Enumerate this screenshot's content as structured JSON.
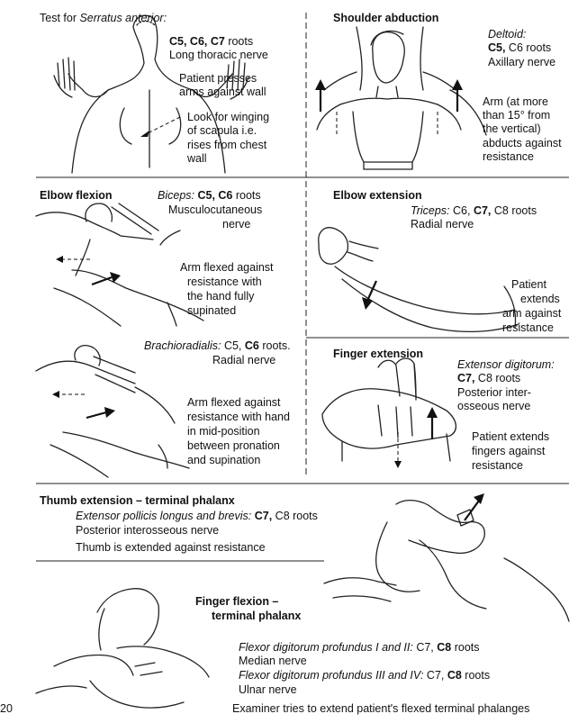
{
  "serratus": {
    "heading_prefix": "Test for ",
    "heading_muscle": "Serratus anterior:",
    "roots_bold": "C5, C6, C7",
    "roots_suffix": " roots",
    "nerve": "Long thoracic nerve",
    "instruction_lines": [
      "Patient presses",
      "arms against wall"
    ],
    "look_lines": [
      "Look for winging",
      "of scapula i.e.",
      "rises from chest",
      "wall"
    ]
  },
  "shoulder": {
    "heading": "Shoulder abduction",
    "muscle": "Deltoid:",
    "roots_bold": "C5,",
    "roots_rest": " C6 roots",
    "nerve": "Axillary nerve",
    "instruction_lines": [
      "Arm (at more",
      "than 15° from",
      "the vertical)",
      "abducts against",
      "resistance"
    ]
  },
  "elbow_flexion": {
    "heading": "Elbow flexion",
    "muscle": "Biceps:",
    "roots_bold": " C5, C6",
    "roots_suffix": " roots",
    "nerve_lines": [
      "Musculocutaneous",
      "nerve"
    ],
    "instruction_lines": [
      "Arm flexed against",
      "resistance with",
      "the hand fully",
      "supinated"
    ]
  },
  "elbow_extension": {
    "heading": "Elbow extension",
    "muscle": "Triceps:",
    "roots_pre": " C6, ",
    "roots_bold": "C7,",
    "roots_post": " C8 roots",
    "nerve": "Radial nerve",
    "instruction_lines": [
      "Patient",
      "extends",
      "arm against",
      "resistance"
    ]
  },
  "brachioradialis": {
    "muscle": "Brachioradialis:",
    "roots_pre": " C5, ",
    "roots_bold": "C6",
    "roots_post": " roots.",
    "nerve": "Radial nerve",
    "instruction_lines": [
      "Arm flexed against",
      "resistance with hand",
      "in mid-position",
      "between pronation",
      "and supination"
    ]
  },
  "finger_extension": {
    "heading": "Finger extension",
    "muscle": "Extensor digitorum:",
    "roots_bold": "C7,",
    "roots_post": " C8 roots",
    "nerve_lines": [
      "Posterior inter-",
      "osseous nerve"
    ],
    "instruction_lines": [
      "Patient extends",
      "fingers against",
      "resistance"
    ]
  },
  "thumb_extension": {
    "heading": "Thumb extension – terminal phalanx",
    "muscle": "Extensor pollicis longus and brevis:",
    "roots_bold": " C7,",
    "roots_post": " C8 roots",
    "nerve": "Posterior interosseous nerve",
    "instruction": "Thumb is extended against resistance"
  },
  "finger_flexion": {
    "heading_lines": [
      "Finger flexion –",
      "terminal phalanx"
    ],
    "muscle1": "Flexor digitorum profundus I and II:",
    "roots1_pre": " C7, ",
    "roots1_bold": "C8",
    "roots1_post": " roots",
    "nerve1": "Median nerve",
    "muscle2": "Flexor digitorum profundus III and IV:",
    "roots2_pre": " C7, ",
    "roots2_bold": "C8",
    "roots2_post": " roots",
    "nerve2": "Ulnar nerve",
    "instruction": "Examiner tries to extend patient's flexed terminal phalanges"
  },
  "page_number": "20"
}
